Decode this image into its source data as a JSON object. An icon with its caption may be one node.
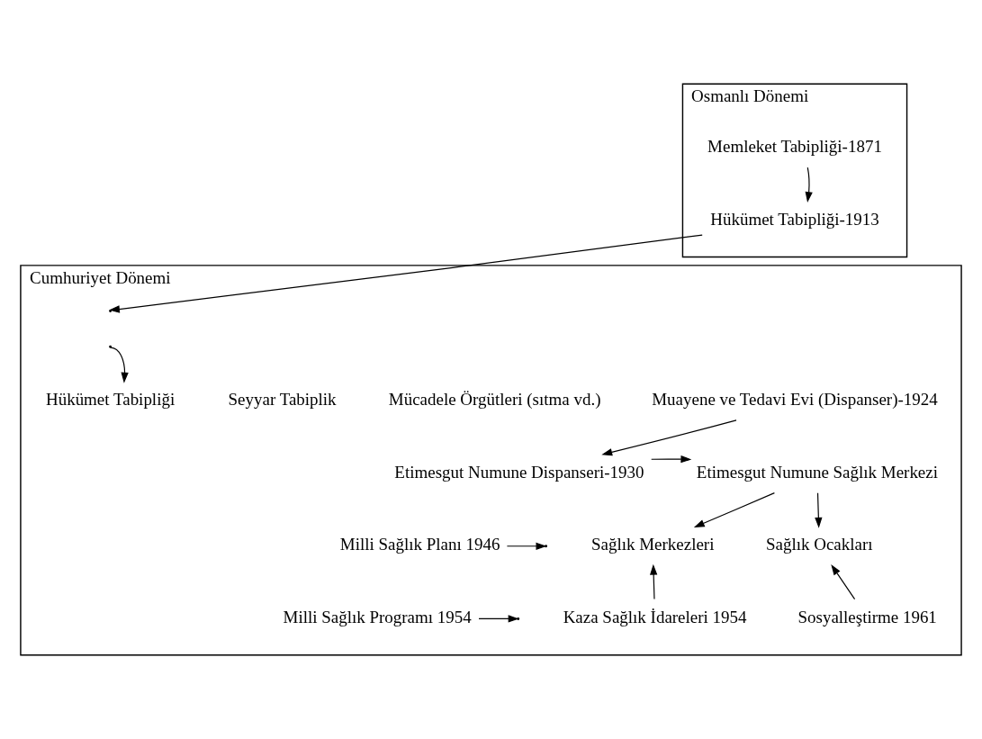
{
  "diagram": {
    "nodes": [
      {
        "text": [
          "Osmanlı Dönemi"
        ]
      },
      {
        "text": [
          "Memleket Tabipliği-1871"
        ],
        "in": 0
      },
      {
        "text": [
          "Hükümet Tabipliği-1913"
        ],
        "in": 0
      },
      {
        "text": [
          "Cumhuriyet Dönemi"
        ]
      },
      {
        "text": [
          "Muayene ve Tedavi Evi (Dispanser)-1924"
        ],
        "in": 3
      },
      {
        "text": [
          "Hükümet Tabipliği"
        ],
        "in": 3
      },
      {
        "text": [
          "Seyyar Tabiplik"
        ],
        "in": 3
      },
      {
        "text": [
          "Mücadele Örgütleri (sıtma vd.)"
        ],
        "in": 3
      },
      {
        "text": [
          "Etimesgut Numune Dispanseri-1930"
        ],
        "in": 3
      },
      {
        "text": [
          "Etimesgut Numune Sağlık Merkezi"
        ],
        "in": 3
      },
      {
        "text": [
          "Milli Sağlık Planı 1946"
        ],
        "in": 3
      },
      {
        "text": [
          "Sağlık Merkezleri"
        ],
        "in": 3
      },
      {
        "text": [
          "Sağlık Ocakları"
        ],
        "in": 3
      },
      {
        "text": [
          "Milli Sağlık Programı 1954"
        ],
        "in": 3
      },
      {
        "text": [
          "Kaza Sağlık İdareleri 1954"
        ],
        "in": 3
      },
      {
        "text": [
          "Sosyalleştirme 1961"
        ],
        "in": 3
      }
    ],
    "edges": [
      {
        "from": 1,
        "to": 2,
        "arrow": "to"
      },
      {
        "from": 2,
        "to": null,
        "arrow": "to"
      },
      {
        "from": null,
        "to": 5,
        "arrow": "to"
      },
      {
        "from": 4,
        "to": 8,
        "arrow": "to"
      },
      {
        "from": 8,
        "to": 9,
        "arrow": "to"
      },
      {
        "from": 9,
        "to": 11,
        "arrow": "to"
      },
      {
        "from": 9,
        "to": 12,
        "arrow": "to"
      },
      {
        "from": 10,
        "to": null,
        "arrow": "to"
      },
      {
        "from": 13,
        "to": null,
        "arrow": "to"
      },
      {
        "from": 14,
        "to": 11,
        "arrow": "to"
      },
      {
        "from": 15,
        "to": 12,
        "arrow": "to"
      }
    ]
  }
}
